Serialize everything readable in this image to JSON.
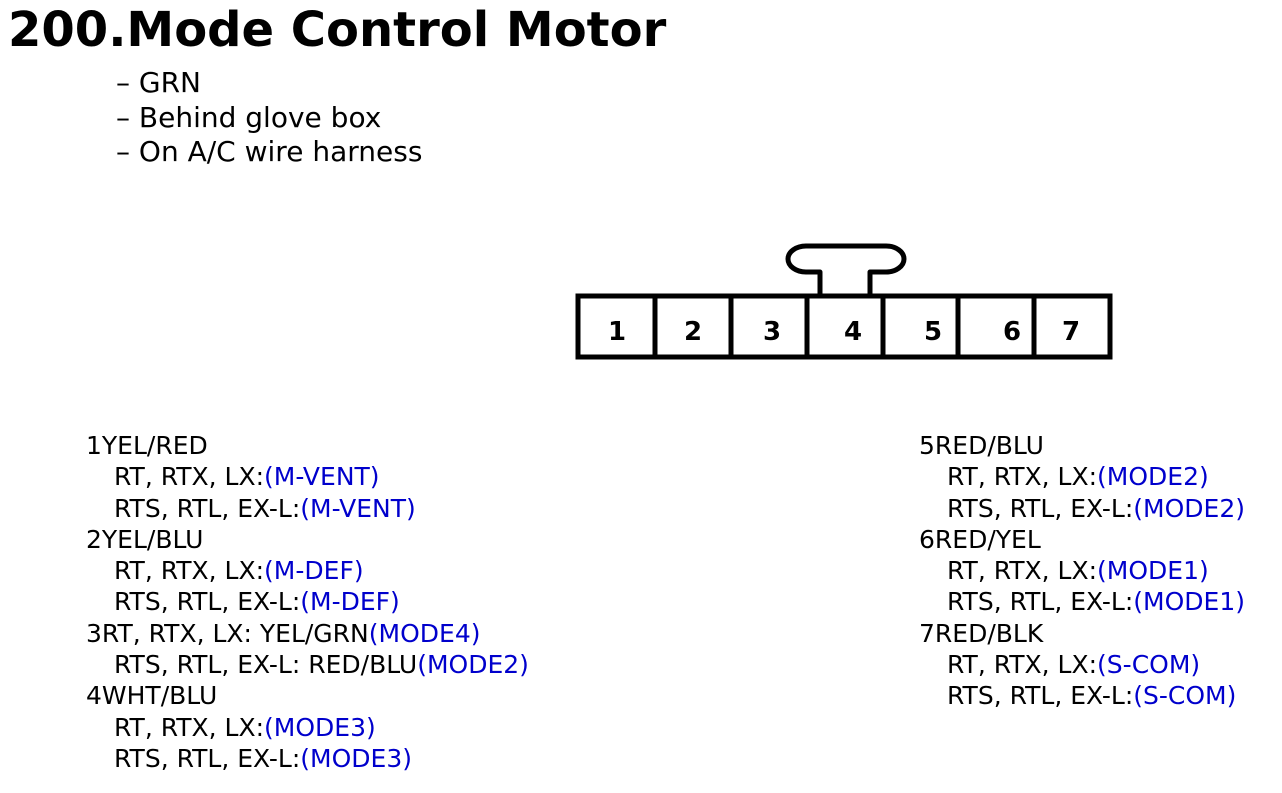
{
  "title": "200.Mode Control Motor",
  "bullets": [
    "GRN",
    "Behind glove box",
    "On A/C wire harness"
  ],
  "bullet_prefix": "– ",
  "connector": {
    "pins": [
      "1",
      "2",
      "3",
      "4",
      "5",
      "6",
      "7"
    ]
  },
  "pins_left": [
    {
      "pin": "1",
      "header": "YEL/RED",
      "header_signal": "",
      "lines": [
        {
          "models": "RT, RTX, LX:",
          "signal": "(M-VENT)"
        },
        {
          "models": "RTS, RTL, EX-L:",
          "signal": "(M-VENT)"
        }
      ]
    },
    {
      "pin": "2",
      "header": "YEL/BLU",
      "header_signal": "",
      "lines": [
        {
          "models": "RT, RTX, LX:",
          "signal": "(M-DEF)"
        },
        {
          "models": "RTS, RTL, EX-L:",
          "signal": "(M-DEF)"
        }
      ]
    },
    {
      "pin": "3",
      "header": "RT, RTX, LX: YEL/GRN",
      "header_signal": "(MODE4)",
      "lines": [
        {
          "models": "RTS, RTL, EX-L: RED/BLU",
          "signal": "(MODE2)"
        }
      ]
    },
    {
      "pin": "4",
      "header": "WHT/BLU",
      "header_signal": "",
      "lines": [
        {
          "models": "RT, RTX, LX:",
          "signal": "(MODE3)"
        },
        {
          "models": "RTS, RTL, EX-L:",
          "signal": "(MODE3)"
        }
      ]
    }
  ],
  "pins_right": [
    {
      "pin": "5",
      "header": "RED/BLU",
      "header_signal": "",
      "lines": [
        {
          "models": "RT, RTX, LX:",
          "signal": "(MODE2)"
        },
        {
          "models": "RTS, RTL, EX-L:",
          "signal": "(MODE2)"
        }
      ]
    },
    {
      "pin": "6",
      "header": "RED/YEL",
      "header_signal": "",
      "lines": [
        {
          "models": "RT, RTX, LX:",
          "signal": "(MODE1)"
        },
        {
          "models": "RTS, RTL, EX-L:",
          "signal": "(MODE1)"
        }
      ]
    },
    {
      "pin": "7",
      "header": "RED/BLK",
      "header_signal": "",
      "lines": [
        {
          "models": "RT, RTX, LX:",
          "signal": "(S-COM)"
        },
        {
          "models": "RTS, RTL, EX-L:",
          "signal": "(S-COM)"
        }
      ]
    }
  ]
}
